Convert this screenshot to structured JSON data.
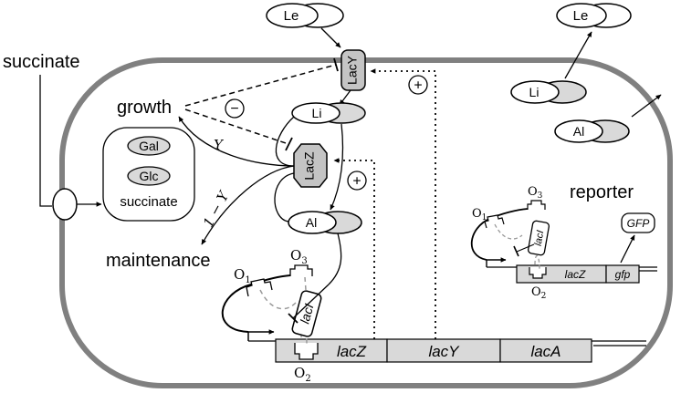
{
  "colors": {
    "cell_border": "#808080",
    "shape_fill": "#d9d9d9",
    "dark_fill": "#c4c4c4",
    "ink": "#000000"
  },
  "external": {
    "succinate": "succinate",
    "le_top": "Le",
    "le_right": "Le"
  },
  "transporter": {
    "lacy": "LacY"
  },
  "enzyme": {
    "lacz": "LacZ"
  },
  "metabolites": {
    "li": "Li",
    "al": "Al",
    "li_reporter": "Li",
    "al_reporter": "Al"
  },
  "fates": {
    "growth": "growth",
    "maintenance": "maintenance",
    "y": "Y",
    "one_minus_y": "1 − Y"
  },
  "signs": {
    "minus": "−",
    "plus_lacy": "+",
    "plus_lacz": "+"
  },
  "sugar_box": {
    "gal": "Gal",
    "glc": "Glc",
    "succinate": "succinate"
  },
  "operon": {
    "lacz": "lacZ",
    "lacy": "lacY",
    "laca": "lacA",
    "laci": "lacI",
    "o1": "O",
    "o1_sub": "1",
    "o2": "O",
    "o2_sub": "2",
    "o3": "O",
    "o3_sub": "3"
  },
  "reporter": {
    "title": "reporter",
    "lacz": "lacZ",
    "gfp_gene": "gfp",
    "gfp_protein": "GFP",
    "laci": "lacI",
    "o1": "O",
    "o1_sub": "1",
    "o2": "O",
    "o2_sub": "2",
    "o3": "O",
    "o3_sub": "3"
  }
}
